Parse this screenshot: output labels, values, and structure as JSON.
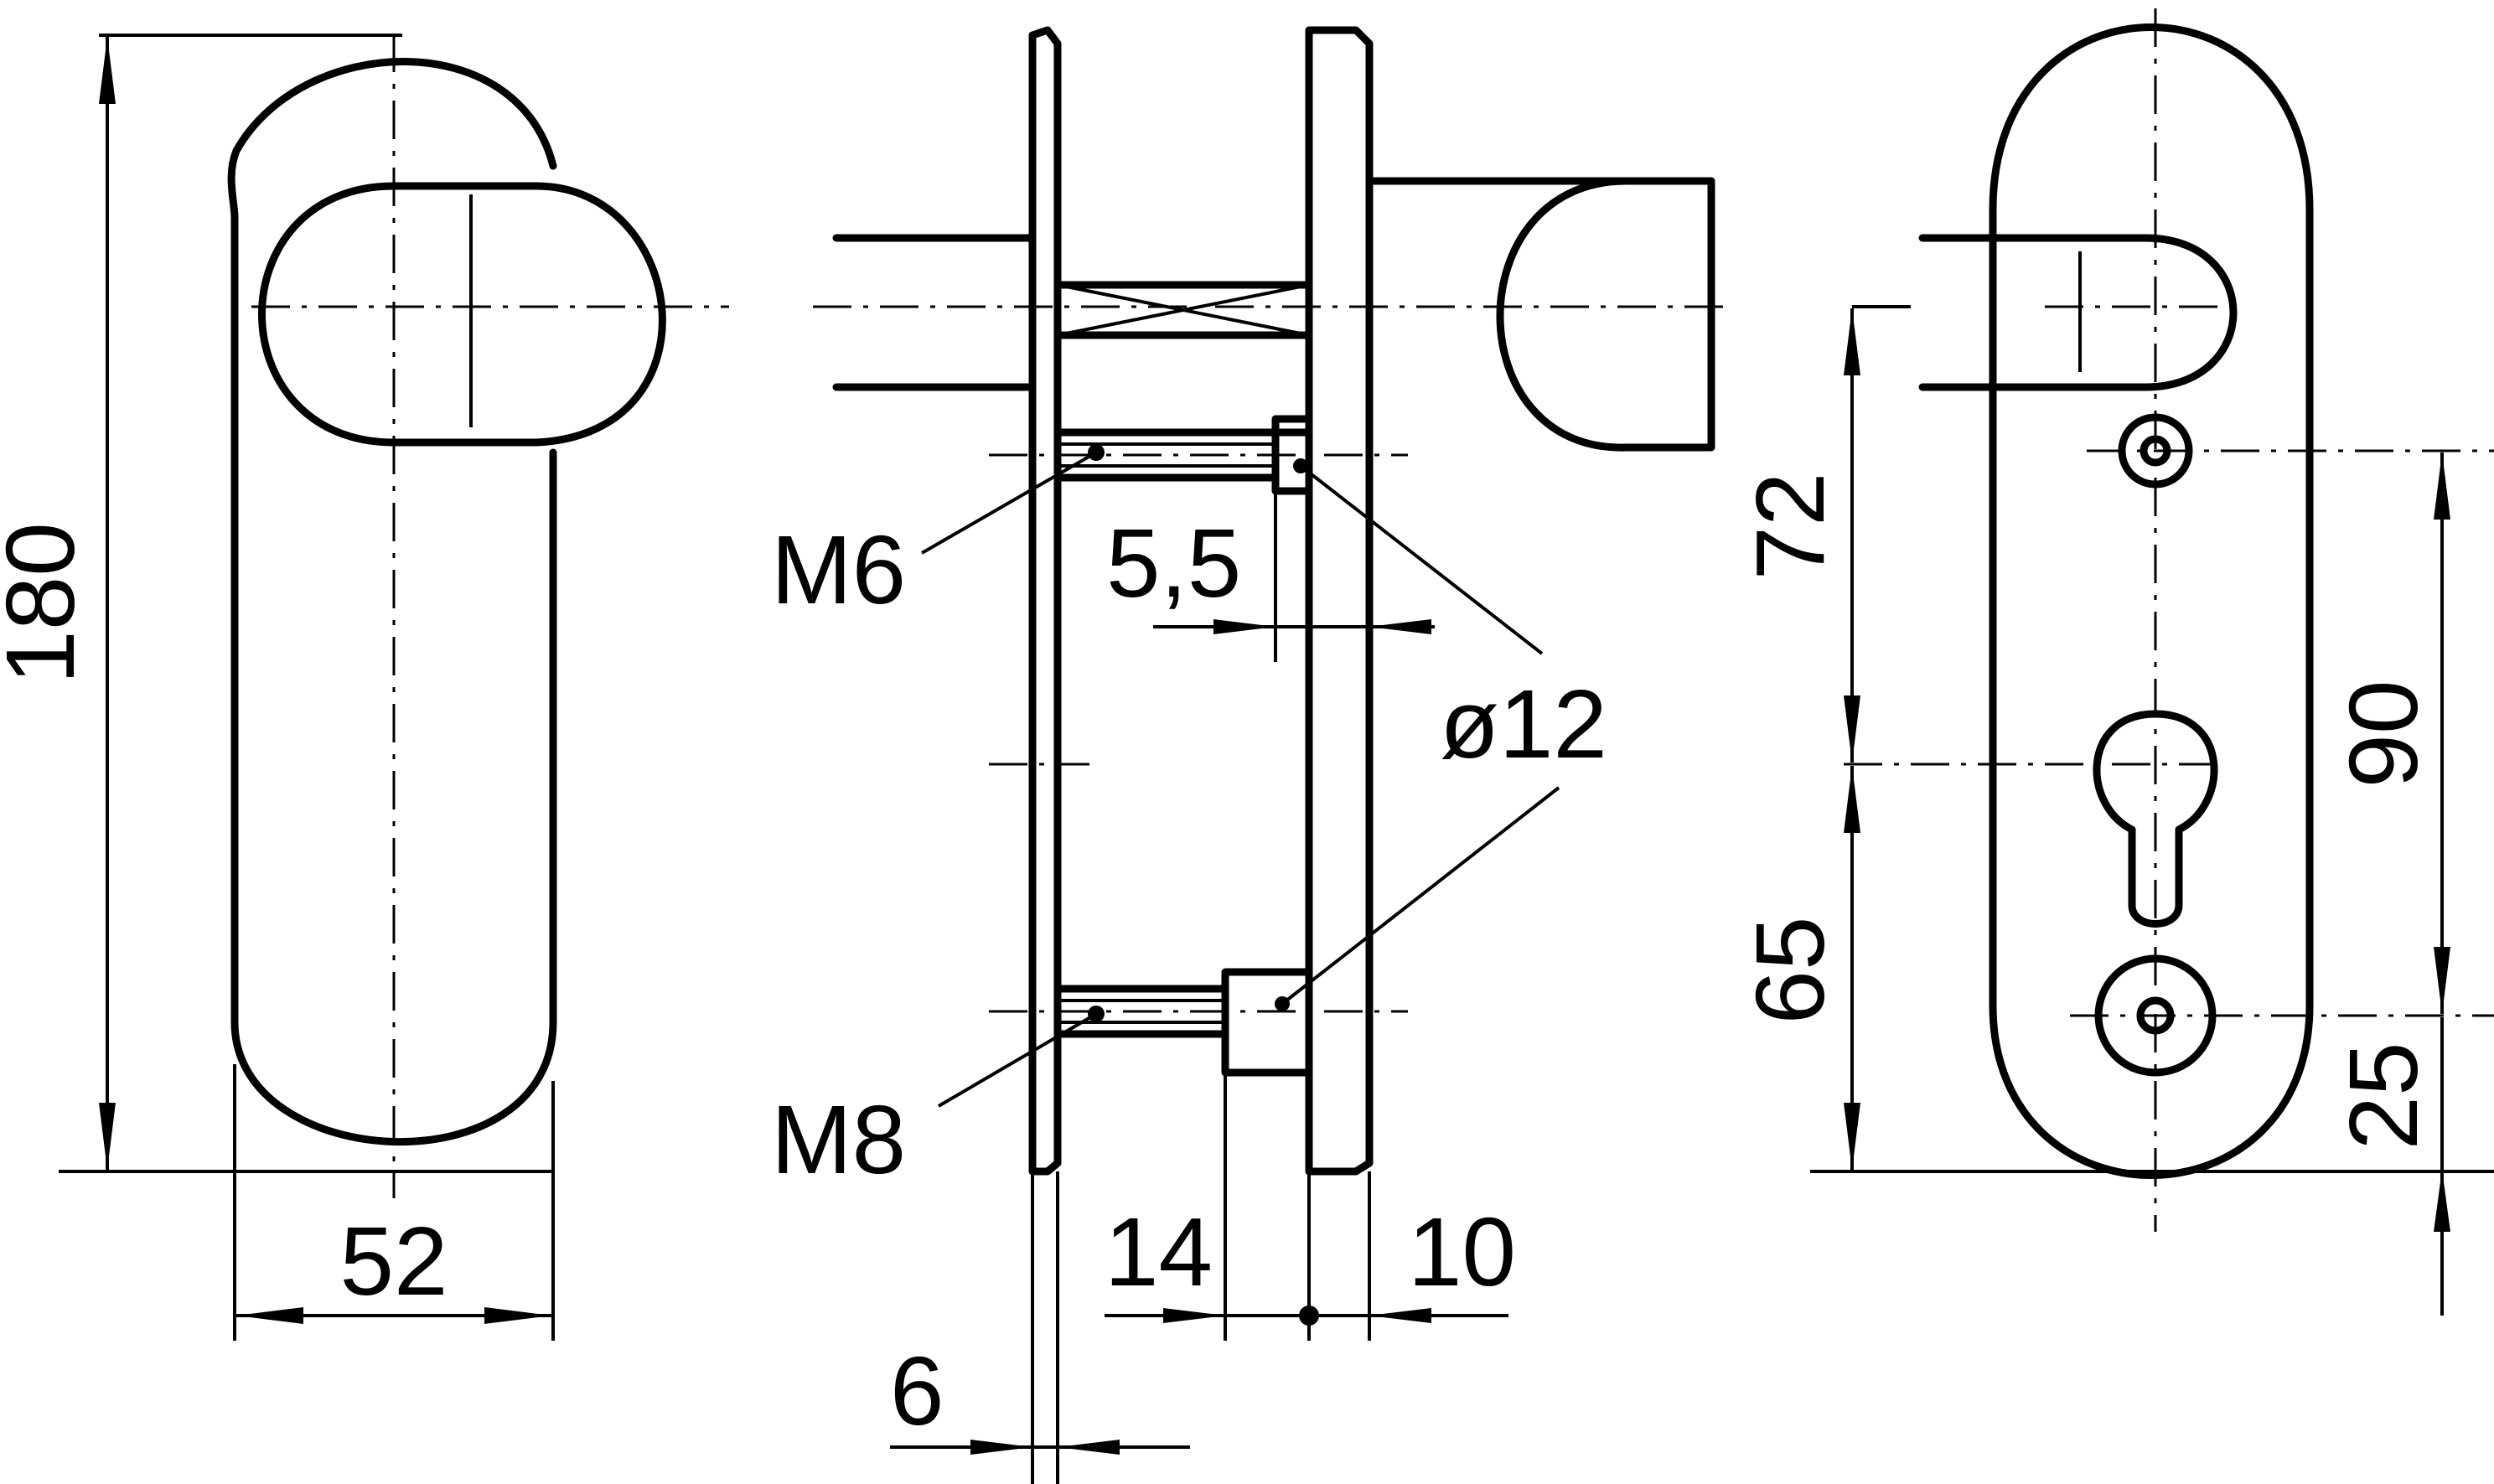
{
  "dimensions": {
    "total_height": "180",
    "plate_width": "52",
    "thread_upper": "M6",
    "thread_lower": "M8",
    "offset": "5,5",
    "diameter": "ø12",
    "projection_knob": "14",
    "plate_thickness_right": "10",
    "plate_thickness_left": "6",
    "distance_upper": "72",
    "distance_lower": "65",
    "hole_spacing": "90",
    "bottom_offset": "25"
  }
}
